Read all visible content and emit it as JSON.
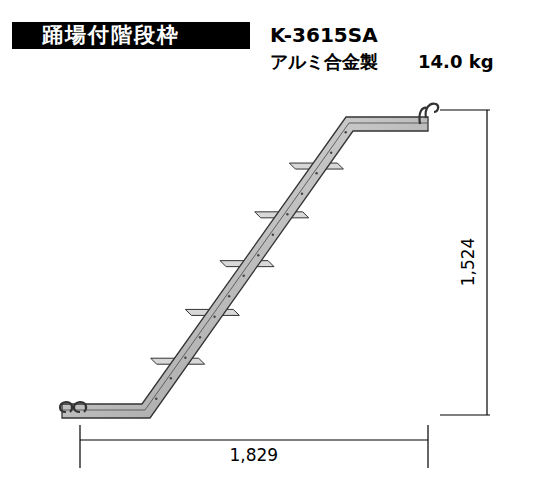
{
  "diagram": {
    "title": "踊場付階段枠",
    "labels": [
      "K-3615SA",
      "アルミ合金製",
      "14.0 kg",
      "1,524",
      "1,829"
    ]
  }
}
